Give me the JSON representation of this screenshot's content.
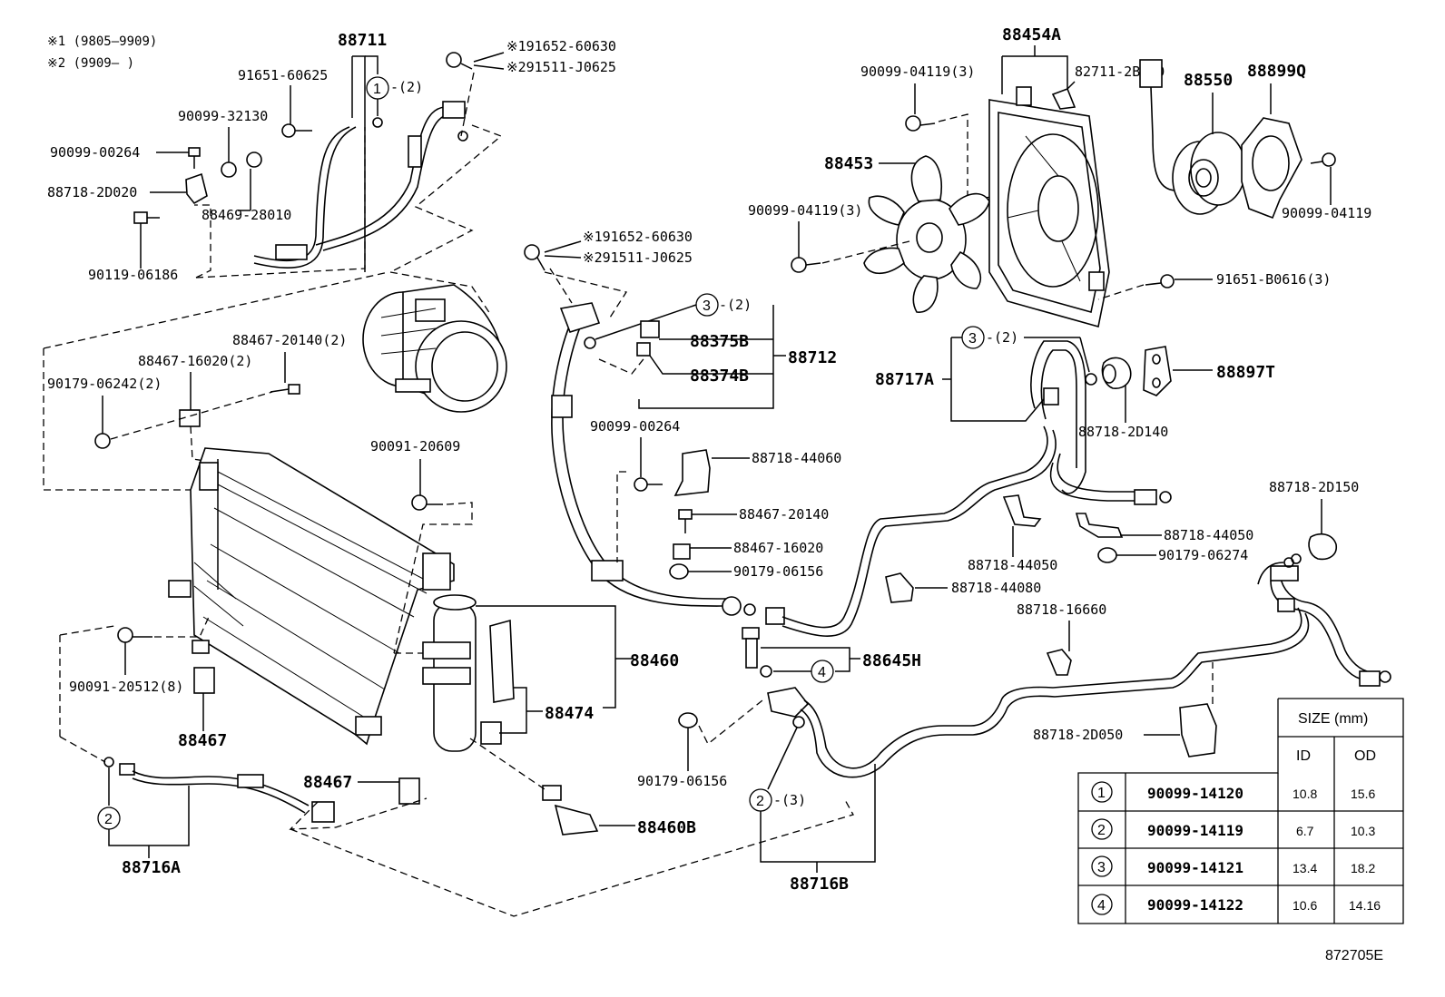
{
  "notes": {
    "note1": "※1 (9805–9909)",
    "note2": "※2 (9909–        )"
  },
  "labels": {
    "l88711": "88711",
    "l9165160625": "91651-60625",
    "l9009932130": "90099-32130",
    "l9009900264a": "90099-00264",
    "l887182D020": "88718-2D020",
    "l8846928010": "88469-28010",
    "l9011906186": "90119-06186",
    "lc1q2": "-(2)",
    "lx1a": "※191652-60630",
    "lx2a": "※291511-J0625",
    "lx1b": "※191652-60630",
    "lx2b": "※291511-J0625",
    "l8846720140x2": "88467-20140(2)",
    "l8846716020x2": "88467-16020(2)",
    "l9017906242x2": "90179-06242(2)",
    "l88375B": "88375B",
    "l88374B": "88374B",
    "l88712": "88712",
    "lc3q2a": "-(2)",
    "l9009120609": "90091-20609",
    "l9009900264b": "90099-00264",
    "l8871844060": "88718-44060",
    "l8846720140": "88467-20140",
    "l8846716020": "88467-16020",
    "l9017906156a": "90179-06156",
    "l88460": "88460",
    "l88474": "88474",
    "l9009120512x8": "90091-20512(8)",
    "l88467a": "88467",
    "l88467b": "88467",
    "l88716A": "88716A",
    "l88460B": "88460B",
    "l9017906156b": "90179-06156",
    "lc2q3": "-(3)",
    "l88716B": "88716B",
    "l88645H": "88645H",
    "l88454A": "88454A",
    "l9009904119x3a": "90099-04119(3)",
    "l827112B640": "82711-2B640",
    "l88550": "88550",
    "l88899Q": "88899Q",
    "l88453": "88453",
    "l9009904119x3b": "90099-04119(3)",
    "l9009904119": "90099-04119",
    "l91651B0616x3": "91651-B0616(3)",
    "lc3q2b": "-(2)",
    "l88717A": "88717A",
    "l88897T": "88897T",
    "l887182D140": "88718-2D140",
    "l887182D150": "88718-2D150",
    "l8871844050a": "88718-44050",
    "l8871844050b": "88718-44050",
    "l9017906274": "90179-06274",
    "l8871844080": "88718-44080",
    "l8871816660": "88718-16660",
    "l887182D050": "88718-2D050",
    "diagram_id": "872705E"
  },
  "callouts": {
    "c1": "1",
    "c2a": "2",
    "c2b": "2",
    "c3a": "3",
    "c3b": "3",
    "c4": "4"
  },
  "size_table": {
    "title": "SIZE (mm)",
    "col_id": "ID",
    "col_od": "OD",
    "rows": [
      {
        "num": "1",
        "part": "90099-14120",
        "id": "10.8",
        "od": "15.6"
      },
      {
        "num": "2",
        "part": "90099-14119",
        "id": "6.7",
        "od": "10.3"
      },
      {
        "num": "3",
        "part": "90099-14121",
        "id": "13.4",
        "od": "18.2"
      },
      {
        "num": "4",
        "part": "90099-14122",
        "id": "10.6",
        "od": "14.16"
      }
    ]
  }
}
